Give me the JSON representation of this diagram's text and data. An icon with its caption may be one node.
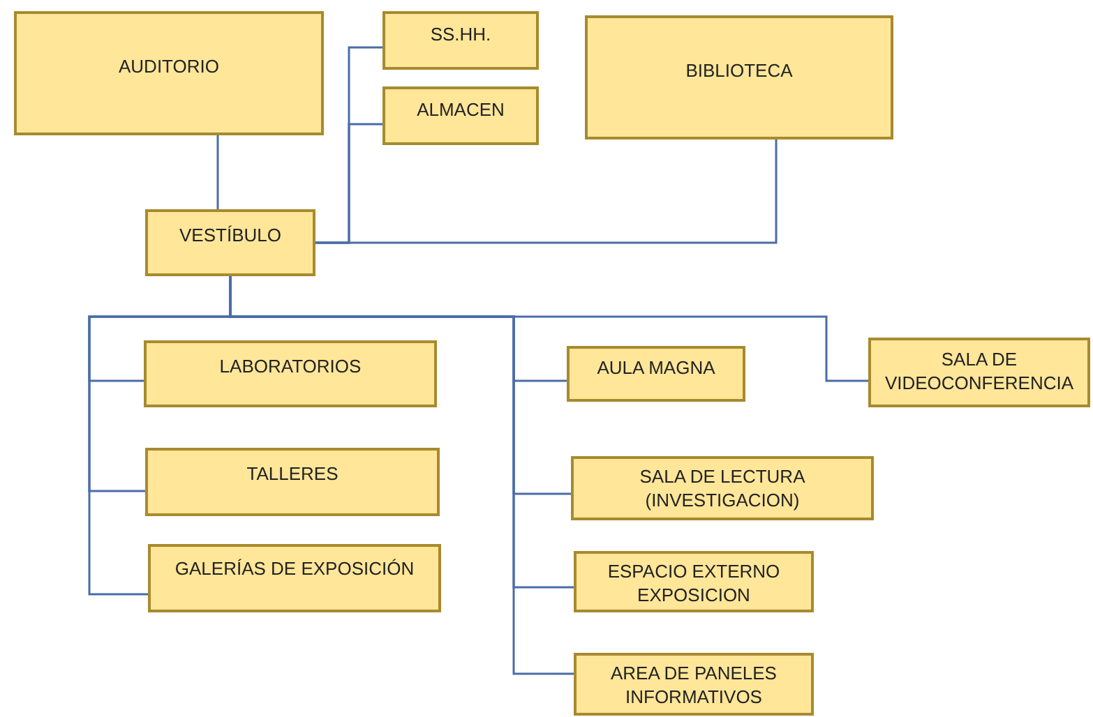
{
  "diagram": {
    "nodes": [
      {
        "text": [
          "AUDITORIO"
        ]
      },
      {
        "text": [
          "SS.HH."
        ]
      },
      {
        "text": [
          "ALMACEN"
        ]
      },
      {
        "text": [
          "BIBLIOTECA"
        ]
      },
      {
        "text": [
          "VESTÍBULO"
        ]
      },
      {
        "text": [
          "LABORATORIOS"
        ]
      },
      {
        "text": [
          "TALLERES"
        ]
      },
      {
        "text": [
          "GALERÍAS DE EXPOSICIÓN"
        ]
      },
      {
        "text": [
          "AULA MAGNA"
        ]
      },
      {
        "text": [
          "SALA DE LECTURA (INVESTIGACION)"
        ]
      },
      {
        "text": [
          "ESPACIO EXTERNO EXPOSICION"
        ]
      },
      {
        "text": [
          "AREA DE PANELES INFORMATIVOS"
        ]
      },
      {
        "text": [
          "SALA DE VIDEOCONFERENCIA"
        ]
      }
    ],
    "edges": [
      {
        "from": 0,
        "to": 4,
        "arrow": "none"
      },
      {
        "from": 4,
        "to": 1,
        "arrow": "none"
      },
      {
        "from": 4,
        "to": 2,
        "arrow": "none"
      },
      {
        "from": 4,
        "to": 3,
        "arrow": "none"
      },
      {
        "from": 4,
        "to": 5,
        "arrow": "none"
      },
      {
        "from": 4,
        "to": 6,
        "arrow": "none"
      },
      {
        "from": 4,
        "to": 7,
        "arrow": "none"
      },
      {
        "from": 4,
        "to": 8,
        "arrow": "none"
      },
      {
        "from": 4,
        "to": 9,
        "arrow": "none"
      },
      {
        "from": 4,
        "to": 10,
        "arrow": "none"
      },
      {
        "from": 4,
        "to": 11,
        "arrow": "none"
      },
      {
        "from": 4,
        "to": 12,
        "arrow": "none"
      }
    ]
  }
}
